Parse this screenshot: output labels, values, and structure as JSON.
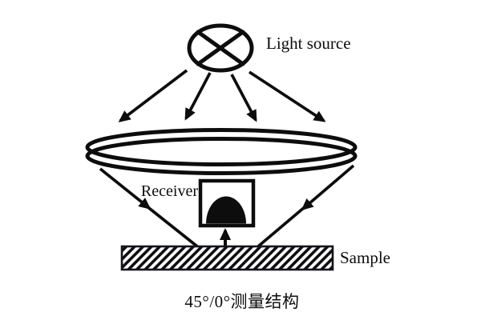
{
  "colors": {
    "background": "#ffffff",
    "ink": "#0d0d0d"
  },
  "labels": {
    "light_source": "Light source",
    "receiver": "Receiver",
    "sample": "Sample"
  },
  "caption": "45°/0°测量结构",
  "diagram": {
    "type": "optical-measurement-geometry",
    "geometry_name": "45°/0°",
    "components": [
      {
        "id": "light-source",
        "symbol": "circle-with-diagonal-cross",
        "label": "Light source"
      },
      {
        "id": "illumination-arrows",
        "symbol": "solid-arrows",
        "count": 4,
        "direction": "from light source down to ring illuminator"
      },
      {
        "id": "ring-illuminator",
        "symbol": "double-ellipse-ring"
      },
      {
        "id": "incident-rays",
        "symbol": "solid-arrows",
        "count": 2,
        "angle_deg": 45,
        "direction": "from ring edges down to sample center"
      },
      {
        "id": "receiver",
        "symbol": "square-box-with-black-dome",
        "label": "Receiver"
      },
      {
        "id": "detection-arrow",
        "symbol": "solid-arrow",
        "angle_deg": 0,
        "direction": "up from sample center into receiver"
      },
      {
        "id": "sample",
        "symbol": "diagonally-hatched-bar",
        "label": "Sample"
      }
    ]
  }
}
